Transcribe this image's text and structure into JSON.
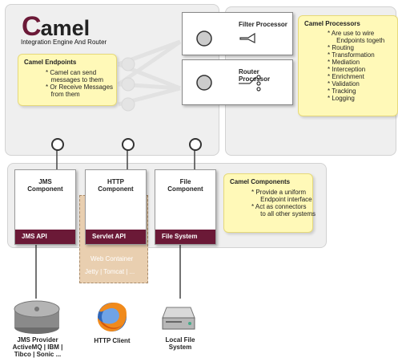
{
  "logo": {
    "initial": "C",
    "rest": "amel",
    "tagline": "Integration Engine And Router"
  },
  "endpoints_note": {
    "title": "Camel Endpoints",
    "lines": [
      "* Camel can send",
      "   messages to them",
      "* Or Receive Messages",
      "   from them"
    ]
  },
  "processors": [
    {
      "name": "Filter Processor",
      "icon": "funnel-icon"
    },
    {
      "name": "Router Processor",
      "icon": "router-switch-icon"
    }
  ],
  "processors_note": {
    "title": "Camel Processors",
    "lines": [
      "* Are use to wire",
      "     Endpoints togeth",
      "* Routing",
      "* Transformation",
      "* Mediation",
      "* Interception",
      "* Enrichment",
      "* Validation",
      "* Tracking",
      "* Logging"
    ]
  },
  "components": [
    {
      "name": "JMS\nComponent",
      "api": "JMS API"
    },
    {
      "name": "HTTP\nComponent",
      "api": "Servlet API"
    },
    {
      "name": "File\nComponent",
      "api": "File System"
    }
  ],
  "components_note": {
    "title": "Camel Components",
    "lines": [
      "* Provide a uniform",
      "     Endpoint interface",
      "* Act as connectors",
      "     to all other systems"
    ]
  },
  "web_container": {
    "title": "Web Container",
    "servers": "Jetty | Tomcat | ..."
  },
  "externals": [
    {
      "label": "JMS Provider\nActiveMQ | IBM |\nTibco | Sonic ...",
      "icon": "database-cylinder-icon"
    },
    {
      "label": "HTTP Client",
      "icon": "firefox-browser-icon"
    },
    {
      "label": "Local File\nSystem",
      "icon": "hard-drive-icon"
    }
  ],
  "colors": {
    "api_bar": "#6b1937",
    "logo_accent": "#6b1937",
    "note_bg": "#fff9b8",
    "panel_bg": "#efefef",
    "web_container_bg": "#e9cfb0"
  }
}
